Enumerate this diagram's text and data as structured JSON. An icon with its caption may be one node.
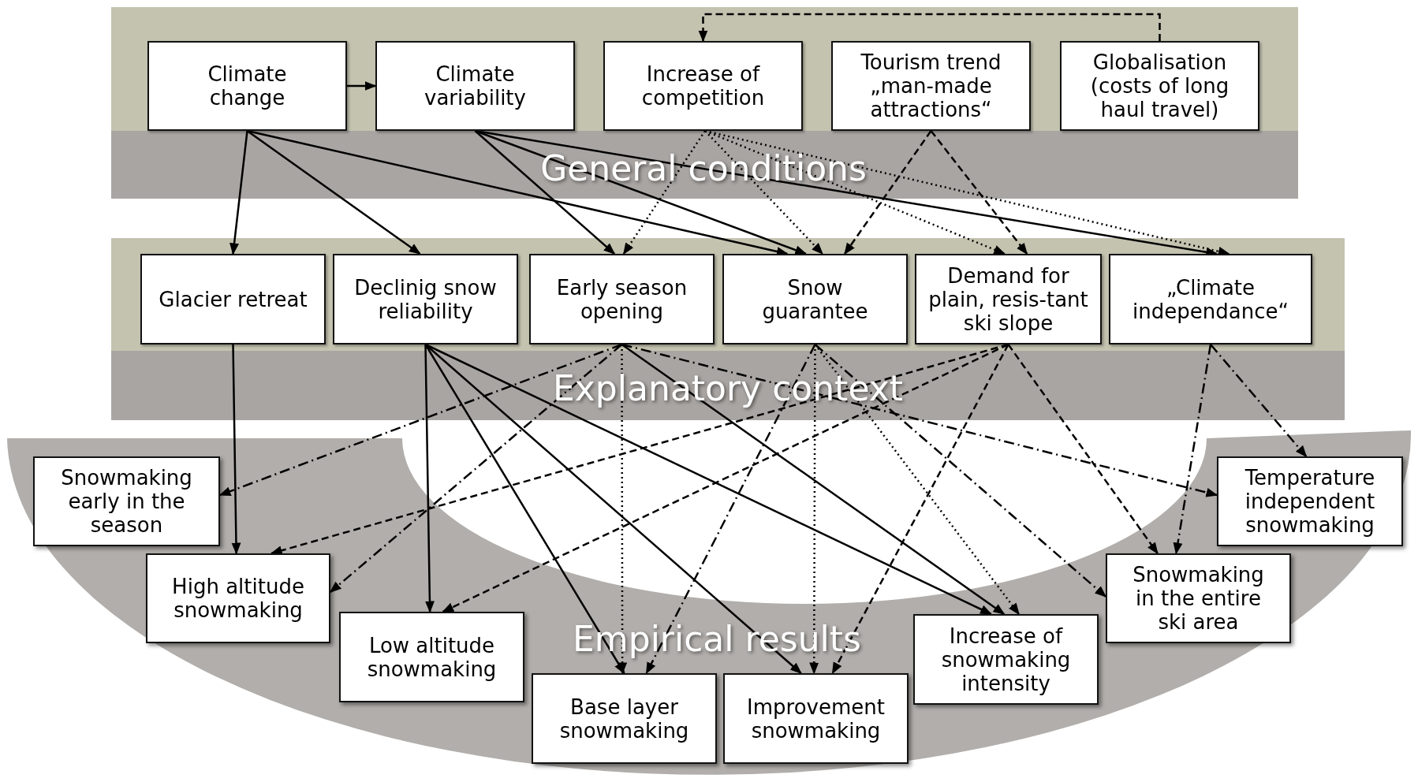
{
  "diagram": {
    "nodes": [
      {
        "text": [
          "General conditions"
        ]
      },
      {
        "text": [
          "Climate change"
        ],
        "in": 0
      },
      {
        "text": [
          "Climate variability"
        ],
        "in": 0
      },
      {
        "text": [
          "Increase of competition"
        ],
        "in": 0
      },
      {
        "text": [
          "Tourism trend „man-made attractions“"
        ],
        "in": 0
      },
      {
        "text": [
          "Globalisation (costs of long haul travel)"
        ],
        "in": 0
      },
      {
        "text": [
          "Explanatory context"
        ]
      },
      {
        "text": [
          "Glacier retreat"
        ],
        "in": 6
      },
      {
        "text": [
          "Declinig snow reliability"
        ],
        "in": 6
      },
      {
        "text": [
          "Early season opening"
        ],
        "in": 6
      },
      {
        "text": [
          "Snow guarantee"
        ],
        "in": 6
      },
      {
        "text": [
          "Demand for plain, resis-tant ski slope"
        ],
        "in": 6
      },
      {
        "text": [
          "„Climate independance“"
        ],
        "in": 6
      },
      {
        "text": [
          "Empirical results"
        ]
      },
      {
        "text": [
          "Snowmaking early in the season"
        ],
        "in": 13
      },
      {
        "text": [
          "High altitude snowmaking"
        ],
        "in": 13
      },
      {
        "text": [
          "Low altitude snowmaking"
        ],
        "in": 13
      },
      {
        "text": [
          "Base layer snowmaking"
        ],
        "in": 13
      },
      {
        "text": [
          "Improvement snowmaking"
        ],
        "in": 13
      },
      {
        "text": [
          "Increase of snowmaking intensity"
        ],
        "in": 13
      },
      {
        "text": [
          "Snowmaking in the entire ski area"
        ],
        "in": 13
      },
      {
        "text": [
          "Temperature independent snowmaking"
        ],
        "in": 13
      }
    ],
    "edges": [
      {
        "from": 1,
        "to": 2,
        "arrow": "to"
      },
      {
        "from": 5,
        "to": 3,
        "arrow": "to",
        "style": "dashed"
      },
      {
        "from": 1,
        "to": 7,
        "arrow": "to"
      },
      {
        "from": 1,
        "to": 8,
        "arrow": "to"
      },
      {
        "from": 1,
        "to": 10,
        "arrow": "to"
      },
      {
        "from": 2,
        "to": 9,
        "arrow": "to"
      },
      {
        "from": 2,
        "to": 10,
        "arrow": "to"
      },
      {
        "from": 2,
        "to": 12,
        "arrow": "to"
      },
      {
        "from": 3,
        "to": 9,
        "arrow": "to",
        "style": "dashed"
      },
      {
        "from": 3,
        "to": 10,
        "arrow": "to",
        "style": "dashed"
      },
      {
        "from": 3,
        "to": 11,
        "arrow": "to",
        "style": "dashed"
      },
      {
        "from": 3,
        "to": 12,
        "arrow": "to",
        "style": "dashed"
      },
      {
        "from": 4,
        "to": 10,
        "arrow": "to",
        "style": "dashed"
      },
      {
        "from": 4,
        "to": 11,
        "arrow": "to",
        "style": "dashed"
      },
      {
        "from": 7,
        "to": 15,
        "arrow": "to"
      },
      {
        "from": 8,
        "to": 16,
        "arrow": "to"
      },
      {
        "from": 8,
        "to": 17,
        "arrow": "to"
      },
      {
        "from": 8,
        "to": 18,
        "arrow": "to"
      },
      {
        "from": 8,
        "to": 19,
        "arrow": "to"
      },
      {
        "from": 9,
        "to": 14,
        "arrow": "to",
        "style": "dashed"
      },
      {
        "from": 9,
        "to": 15,
        "arrow": "to",
        "style": "dashed"
      },
      {
        "from": 9,
        "to": 17,
        "arrow": "to",
        "style": "dashed"
      },
      {
        "from": 9,
        "to": 19,
        "arrow": "to"
      },
      {
        "from": 9,
        "to": 21,
        "arrow": "to",
        "style": "dashed"
      },
      {
        "from": 10,
        "to": 17,
        "arrow": "to",
        "style": "dashed"
      },
      {
        "from": 10,
        "to": 18,
        "arrow": "to",
        "style": "dashed"
      },
      {
        "from": 10,
        "to": 19,
        "arrow": "to",
        "style": "dashed"
      },
      {
        "from": 10,
        "to": 20,
        "arrow": "to",
        "style": "dashed"
      },
      {
        "from": 11,
        "to": 15,
        "arrow": "to",
        "style": "dashed"
      },
      {
        "from": 11,
        "to": 16,
        "arrow": "to",
        "style": "dashed"
      },
      {
        "from": 11,
        "to": 18,
        "arrow": "to",
        "style": "dashed"
      },
      {
        "from": 11,
        "to": 20,
        "arrow": "to",
        "style": "dashed"
      },
      {
        "from": 12,
        "to": 21,
        "arrow": "to",
        "style": "dashed"
      },
      {
        "from": 12,
        "to": 20,
        "arrow": "to",
        "style": "dashed"
      }
    ]
  }
}
